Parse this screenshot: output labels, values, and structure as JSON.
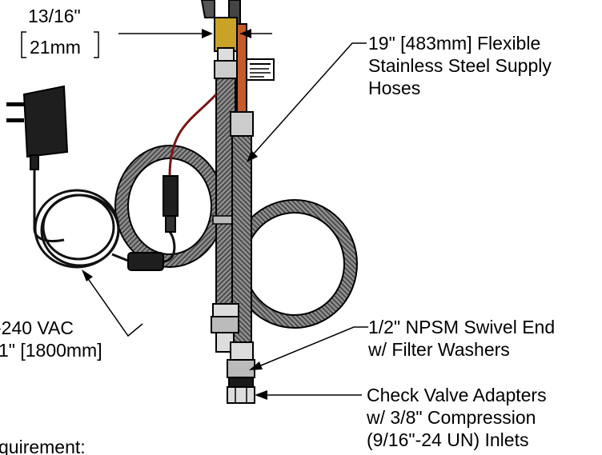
{
  "dimension": {
    "fraction": "13/16\"",
    "metric": "21mm"
  },
  "callouts": {
    "hoses": {
      "line1": "19\" [483mm] Flexible",
      "line2": "Stainless Steel Supply",
      "line3": "Hoses"
    },
    "power": {
      "line1": "-240 VAC",
      "line2": "1\" [1800mm]"
    },
    "swivel": {
      "line1": "1/2\" NPSM Swivel End",
      "line2": "w/ Filter Washers"
    },
    "check_valve": {
      "line1": "Check Valve Adapters",
      "line2": "w/ 3/8\" Compression",
      "line3": "(9/16\"-24 UN) Inlets"
    },
    "requirement": "quirement:"
  },
  "colors": {
    "line": "#000000",
    "hose_fill": "#8c8c8c",
    "hose_dark": "#3a3a3a",
    "brass": "#c9a227",
    "wire_red": "#7a1616",
    "copper": "#c55a2a",
    "adapter": "#1a1a1a"
  }
}
